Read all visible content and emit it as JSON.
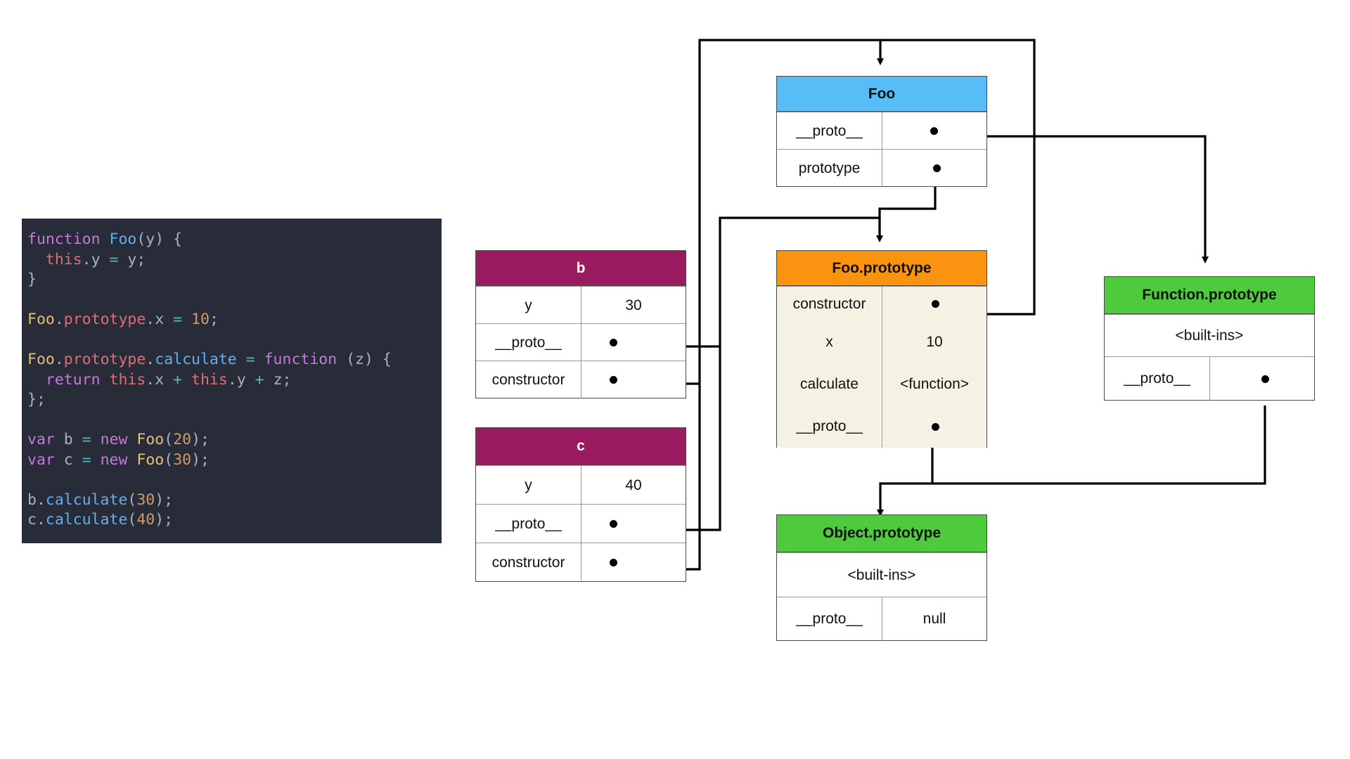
{
  "diagram": {
    "title": "JavaScript prototype chain diagram",
    "code": {
      "lines": [
        [
          {
            "t": "function",
            "c": "kw"
          },
          {
            "t": " ",
            "c": "plain"
          },
          {
            "t": "Foo",
            "c": "fn"
          },
          {
            "t": "(y) {",
            "c": "punc"
          }
        ],
        [
          {
            "t": "  ",
            "c": "plain"
          },
          {
            "t": "this",
            "c": "this"
          },
          {
            "t": ".y ",
            "c": "plain"
          },
          {
            "t": "=",
            "c": "op"
          },
          {
            "t": " y;",
            "c": "plain"
          }
        ],
        [
          {
            "t": "}",
            "c": "punc"
          }
        ],
        [
          {
            "t": "",
            "c": "plain"
          }
        ],
        [
          {
            "t": "Foo",
            "c": "obj"
          },
          {
            "t": ".",
            "c": "plain"
          },
          {
            "t": "prototype",
            "c": "this"
          },
          {
            "t": ".x ",
            "c": "plain"
          },
          {
            "t": "=",
            "c": "op"
          },
          {
            "t": " ",
            "c": "plain"
          },
          {
            "t": "10",
            "c": "num"
          },
          {
            "t": ";",
            "c": "plain"
          }
        ],
        [
          {
            "t": "",
            "c": "plain"
          }
        ],
        [
          {
            "t": "Foo",
            "c": "obj"
          },
          {
            "t": ".",
            "c": "plain"
          },
          {
            "t": "prototype",
            "c": "this"
          },
          {
            "t": ".",
            "c": "plain"
          },
          {
            "t": "calculate",
            "c": "fn"
          },
          {
            "t": " ",
            "c": "plain"
          },
          {
            "t": "=",
            "c": "op"
          },
          {
            "t": " ",
            "c": "plain"
          },
          {
            "t": "function",
            "c": "kw"
          },
          {
            "t": " (z) {",
            "c": "plain"
          }
        ],
        [
          {
            "t": "  ",
            "c": "plain"
          },
          {
            "t": "return",
            "c": "kw"
          },
          {
            "t": " ",
            "c": "plain"
          },
          {
            "t": "this",
            "c": "this"
          },
          {
            "t": ".x ",
            "c": "plain"
          },
          {
            "t": "+",
            "c": "op"
          },
          {
            "t": " ",
            "c": "plain"
          },
          {
            "t": "this",
            "c": "this"
          },
          {
            "t": ".y ",
            "c": "plain"
          },
          {
            "t": "+",
            "c": "op"
          },
          {
            "t": " z;",
            "c": "plain"
          }
        ],
        [
          {
            "t": "};",
            "c": "punc"
          }
        ],
        [
          {
            "t": "",
            "c": "plain"
          }
        ],
        [
          {
            "t": "var",
            "c": "kw"
          },
          {
            "t": " b ",
            "c": "plain"
          },
          {
            "t": "=",
            "c": "op"
          },
          {
            "t": " ",
            "c": "plain"
          },
          {
            "t": "new",
            "c": "kw"
          },
          {
            "t": " ",
            "c": "plain"
          },
          {
            "t": "Foo",
            "c": "obj"
          },
          {
            "t": "(",
            "c": "plain"
          },
          {
            "t": "20",
            "c": "num"
          },
          {
            "t": ");",
            "c": "plain"
          }
        ],
        [
          {
            "t": "var",
            "c": "kw"
          },
          {
            "t": " c ",
            "c": "plain"
          },
          {
            "t": "=",
            "c": "op"
          },
          {
            "t": " ",
            "c": "plain"
          },
          {
            "t": "new",
            "c": "kw"
          },
          {
            "t": " ",
            "c": "plain"
          },
          {
            "t": "Foo",
            "c": "obj"
          },
          {
            "t": "(",
            "c": "plain"
          },
          {
            "t": "30",
            "c": "num"
          },
          {
            "t": ");",
            "c": "plain"
          }
        ],
        [
          {
            "t": "",
            "c": "plain"
          }
        ],
        [
          {
            "t": "b.",
            "c": "plain"
          },
          {
            "t": "calculate",
            "c": "fn"
          },
          {
            "t": "(",
            "c": "plain"
          },
          {
            "t": "30",
            "c": "num"
          },
          {
            "t": ");",
            "c": "plain"
          }
        ],
        [
          {
            "t": "c.",
            "c": "plain"
          },
          {
            "t": "calculate",
            "c": "fn"
          },
          {
            "t": "(",
            "c": "plain"
          },
          {
            "t": "40",
            "c": "num"
          },
          {
            "t": ");",
            "c": "plain"
          }
        ]
      ],
      "plain_text": "function Foo(y) {\n  this.y = y;\n}\n\nFoo.prototype.x = 10;\n\nFoo.prototype.calculate = function (z) {\n  return this.x + this.y + z;\n};\n\nvar b = new Foo(20);\nvar c = new Foo(30);\n\nb.calculate(30);\nc.calculate(40);"
    },
    "colors": {
      "magenta": "#9b1b60",
      "blue": "#57bdf7",
      "orange": "#fa930f",
      "green": "#4ecb3c",
      "cream": "#f5f2e3",
      "code_bg": "#282c39",
      "wire": "#000000"
    },
    "nodes": {
      "b": {
        "title": "b",
        "rows": [
          {
            "key": "y",
            "value": "30",
            "pointer": false
          },
          {
            "key": "__proto__",
            "value": "",
            "pointer": true
          },
          {
            "key": "constructor",
            "value": "",
            "pointer": true
          }
        ]
      },
      "c": {
        "title": "c",
        "rows": [
          {
            "key": "y",
            "value": "40",
            "pointer": false
          },
          {
            "key": "__proto__",
            "value": "",
            "pointer": true
          },
          {
            "key": "constructor",
            "value": "",
            "pointer": true
          }
        ]
      },
      "foo": {
        "title": "Foo",
        "rows": [
          {
            "key": "__proto__",
            "value": "",
            "pointer": true
          },
          {
            "key": "prototype",
            "value": "",
            "pointer": true
          }
        ]
      },
      "foo_prototype": {
        "title": "Foo.prototype",
        "rows": [
          {
            "key": "constructor",
            "value": "",
            "pointer": true
          },
          {
            "key": "x",
            "value": "10",
            "pointer": false
          },
          {
            "key": "calculate",
            "value": "<function>",
            "pointer": false
          },
          {
            "key": "__proto__",
            "value": "",
            "pointer": true
          }
        ]
      },
      "function_prototype": {
        "title": "Function.prototype",
        "builtins": "<built-ins>",
        "rows": [
          {
            "key": "__proto__",
            "value": "",
            "pointer": true
          }
        ]
      },
      "object_prototype": {
        "title": "Object.prototype",
        "builtins": "<built-ins>",
        "rows": [
          {
            "key": "__proto__",
            "value": "null",
            "pointer": false
          }
        ]
      }
    },
    "edges": [
      {
        "name": "b-proto-to-foo-prototype",
        "from": "b.__proto__",
        "to": "Foo.prototype"
      },
      {
        "name": "c-proto-to-foo-prototype",
        "from": "c.__proto__",
        "to": "Foo.prototype"
      },
      {
        "name": "b-constructor-to-foo",
        "from": "b.constructor",
        "to": "Foo"
      },
      {
        "name": "c-constructor-to-foo",
        "from": "c.constructor",
        "to": "Foo"
      },
      {
        "name": "foo-prototype-field-to-foo-prototype",
        "from": "Foo.prototype (field)",
        "to": "Foo.prototype"
      },
      {
        "name": "foo-proto-to-function-prototype",
        "from": "Foo.__proto__",
        "to": "Function.prototype"
      },
      {
        "name": "fooproto-constructor-to-foo",
        "from": "Foo.prototype.constructor",
        "to": "Foo"
      },
      {
        "name": "fooproto-proto-to-object-prototype",
        "from": "Foo.prototype.__proto__",
        "to": "Object.prototype"
      },
      {
        "name": "functionproto-proto-to-object-prototype",
        "from": "Function.prototype.__proto__",
        "to": "Object.prototype"
      }
    ]
  }
}
